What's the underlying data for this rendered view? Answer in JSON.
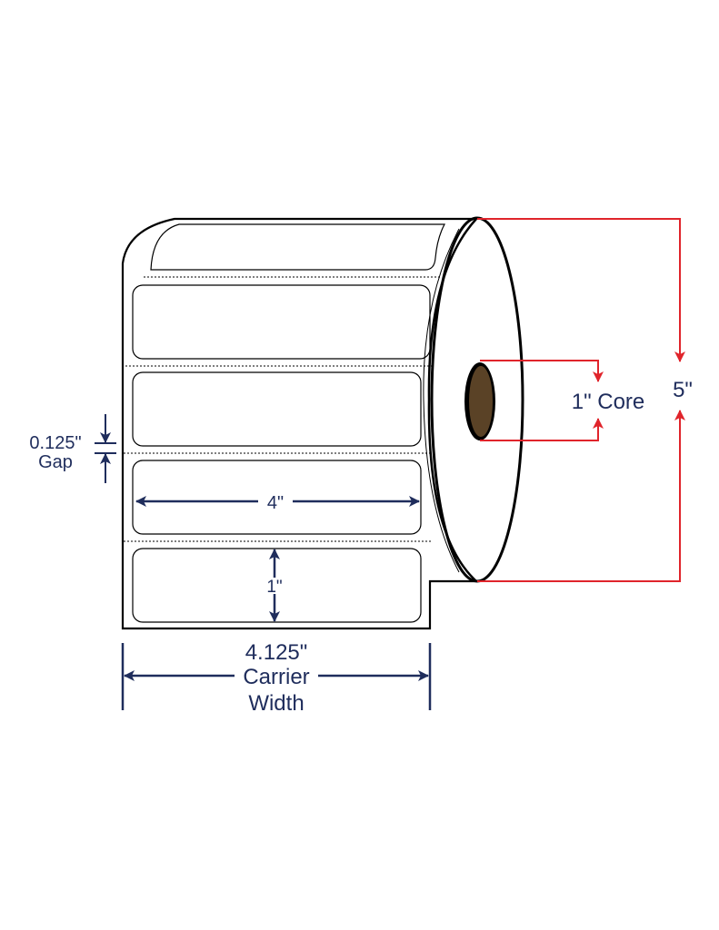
{
  "colors": {
    "outline": "#000000",
    "dimension": "#1f2d5c",
    "core_dimension": "#e0242b",
    "core_fill": "#5a4226",
    "background": "#ffffff"
  },
  "labels": {
    "label_width": "4\"",
    "label_height": "1\"",
    "gap_value": "0.125\"",
    "gap_word": "Gap",
    "carrier_value": "4.125\"",
    "carrier_word1": "Carrier",
    "carrier_word2": "Width",
    "core": "1\" Core",
    "roll_diameter": "5\""
  },
  "icons": [
    "arrow-icon"
  ]
}
